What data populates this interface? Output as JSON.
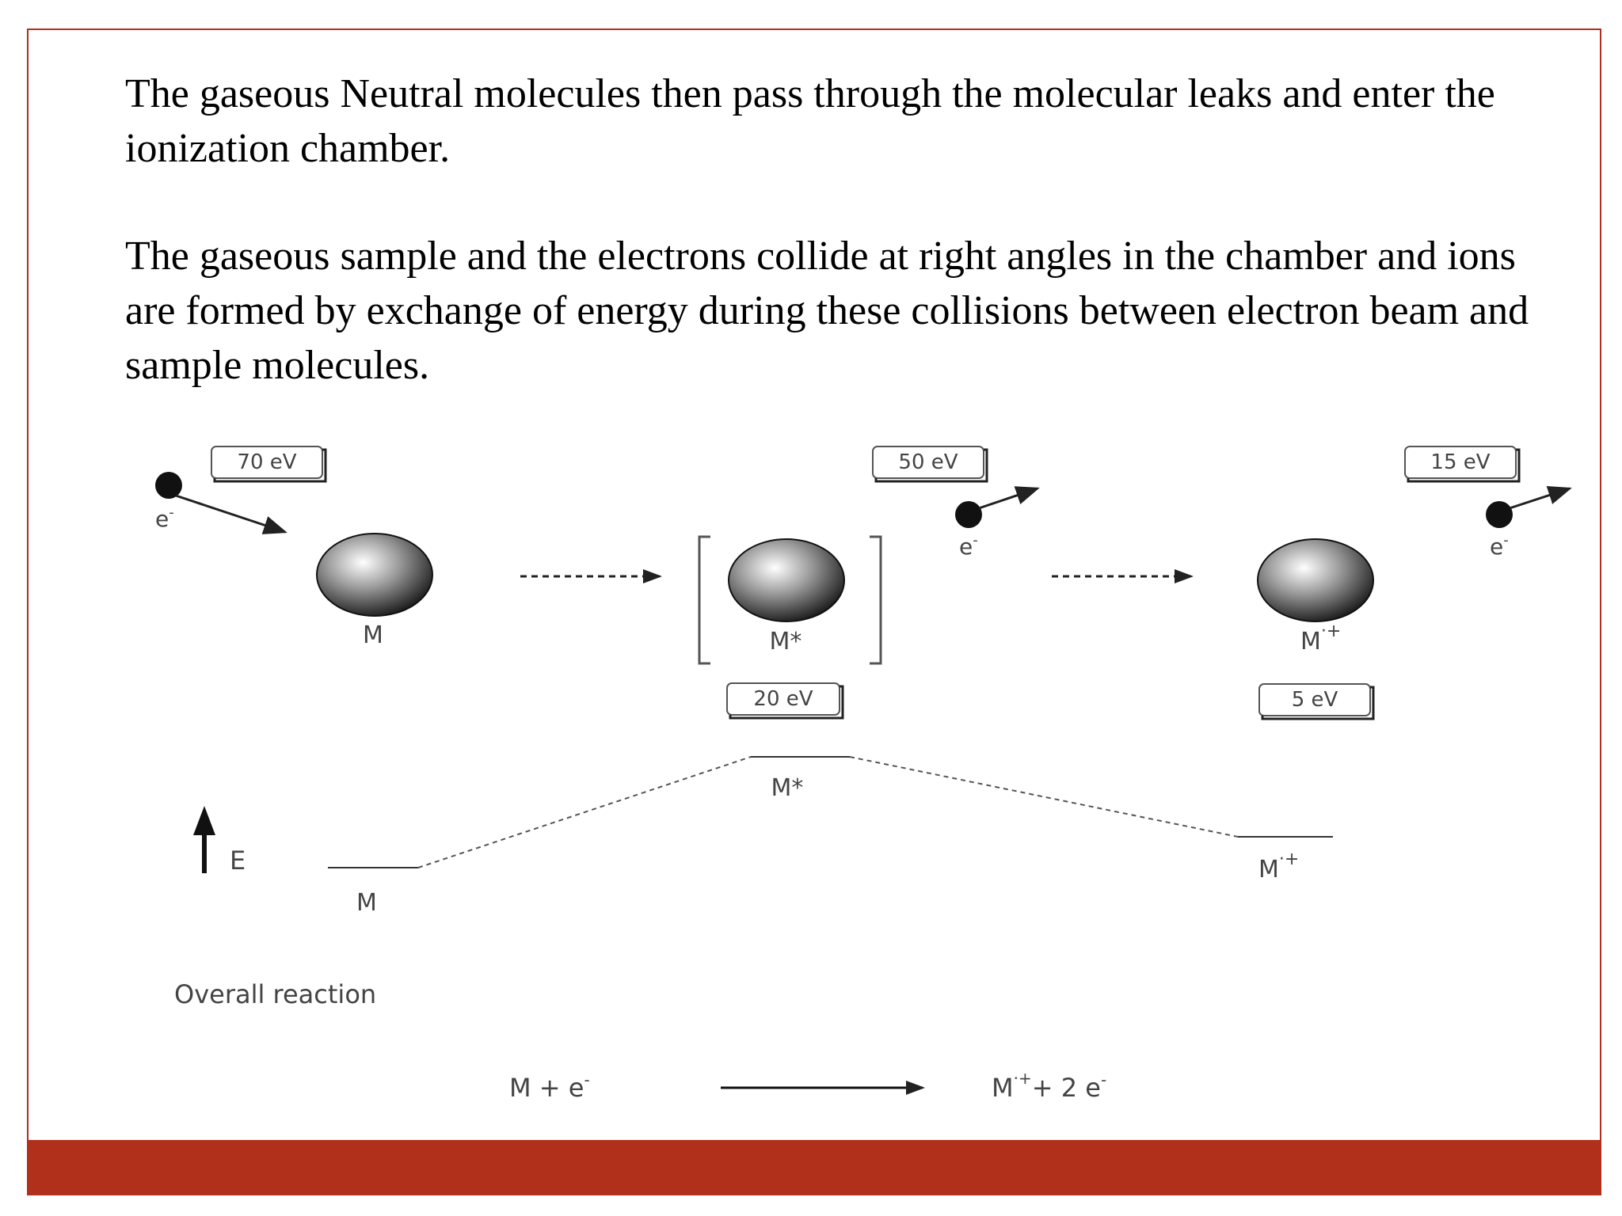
{
  "paragraphs": [
    "The gaseous Neutral molecules then pass  through the molecular leaks and enter the ionization chamber.",
    "The gaseous sample and the electrons collide at right angles in the chamber and ions are formed by exchange of energy during these collisions between electron beam and sample molecules."
  ],
  "diagram": {
    "energy_boxes": [
      "70 eV",
      "50 eV",
      "15 eV",
      "20 eV",
      "5 eV"
    ],
    "electron_label": "e",
    "electron_charge": "-",
    "molecule_labels": [
      "M",
      "M*",
      "M"
    ],
    "radical_cation_sup": "·+",
    "energy_axis_label": "E",
    "level_labels": [
      "M",
      "M*",
      "M"
    ],
    "overall_title": "Overall reaction",
    "reaction_left": "M + e",
    "reaction_right_a": "M",
    "reaction_right_b": "+ 2 e"
  },
  "colors": {
    "border": "#b22d1e",
    "footer_bar": "#b0301b"
  }
}
